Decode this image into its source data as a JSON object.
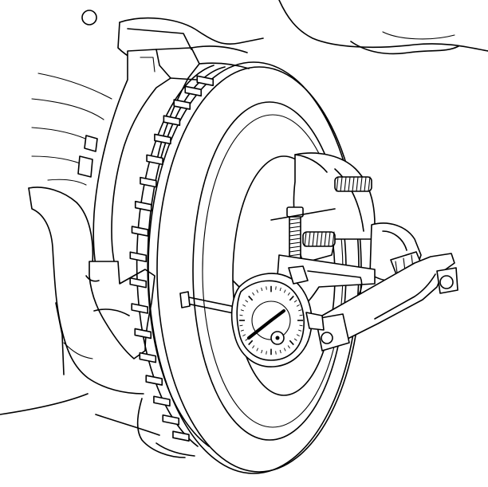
{
  "figure": {
    "kind": "technical line illustration",
    "colors": {
      "line": "#000000",
      "background": "#ffffff"
    },
    "parts": [
      "suspension-knuckle",
      "brake-caliper",
      "brake-rotor",
      "wheel-hub",
      "wheel-studs",
      "dial-indicator",
      "magnetic-base-arm"
    ],
    "labels": []
  }
}
